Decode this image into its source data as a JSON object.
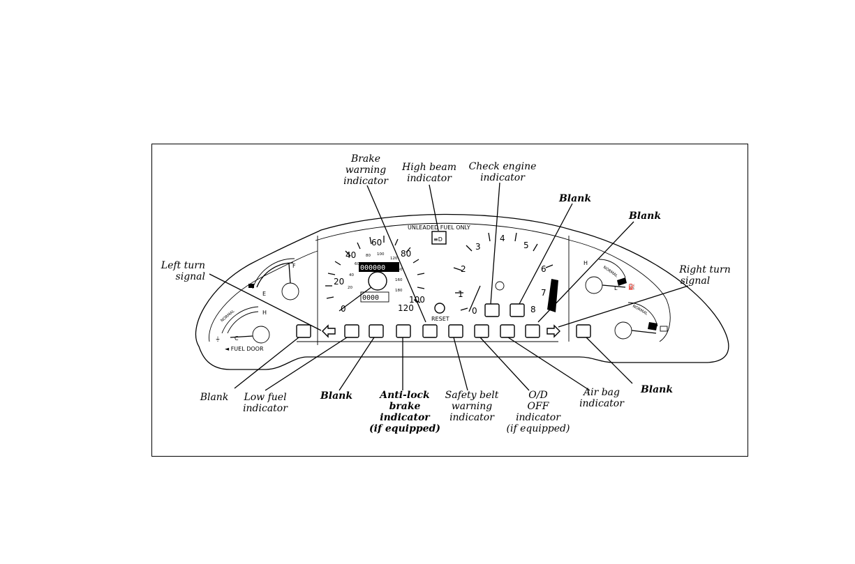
{
  "callouts": {
    "brake_warning": [
      "Brake",
      "warning",
      "indicator"
    ],
    "high_beam": [
      "High beam",
      "indicator"
    ],
    "check_engine": [
      "Check engine",
      "indicator"
    ],
    "blank_top_1": [
      "Blank"
    ],
    "blank_top_2": [
      "Blank"
    ],
    "left_turn": [
      "Left turn",
      "signal"
    ],
    "right_turn": [
      "Right turn",
      "signal"
    ],
    "blank_bottom_1": [
      "Blank"
    ],
    "low_fuel": [
      "Low fuel",
      "indicator"
    ],
    "blank_bottom_2": [
      "Blank"
    ],
    "anti_lock": [
      "Anti-lock",
      "brake",
      "indicator",
      "(if equipped)"
    ],
    "safety_belt": [
      "Safety belt",
      "warning",
      "indicator"
    ],
    "od_off": [
      "O/D",
      "OFF",
      "indicator",
      "(if equipped)"
    ],
    "air_bag": [
      "Air bag",
      "indicator"
    ],
    "blank_bottom_3": [
      "Blank"
    ]
  },
  "cluster": {
    "fuel_label": "UNLEADED FUEL ONLY",
    "reset": "RESET",
    "fuel_door": "◄ FUEL DOOR",
    "normal": "NORMAL",
    "odometer": "000000",
    "trip": "0000",
    "fuel_marks": [
      "F",
      "E"
    ],
    "temp_marks": [
      "H",
      "C"
    ],
    "speed_mph": [
      "0",
      "20",
      "40",
      "60",
      "80",
      "100",
      "120"
    ],
    "speed_kmh": [
      "20",
      "40",
      "60",
      "80",
      "100",
      "120",
      "140",
      "160",
      "180"
    ],
    "tach": [
      "0",
      "1",
      "2",
      "3",
      "4",
      "5",
      "6",
      "7",
      "8"
    ],
    "oil_marks": [
      "H",
      "L"
    ],
    "gauge_text": "NORMAL"
  }
}
